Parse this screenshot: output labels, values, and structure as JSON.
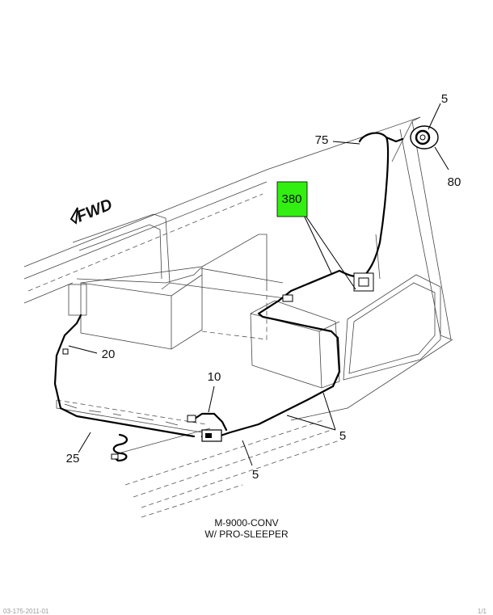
{
  "diagram": {
    "direction_label": "FWD",
    "highlight_callout": {
      "label": "380",
      "color": "#33ee11"
    },
    "callouts": {
      "c5_top": "5",
      "c75": "75",
      "c80": "80",
      "c20": "20",
      "c10": "10",
      "c5_right": "5",
      "c25": "25",
      "c5_bottom": "5"
    }
  },
  "caption": {
    "line1": "M-9000-CONV",
    "line2": "W/ PRO-SLEEPER"
  },
  "footer": {
    "left": "03-175-2011-01",
    "right": "1/1"
  }
}
